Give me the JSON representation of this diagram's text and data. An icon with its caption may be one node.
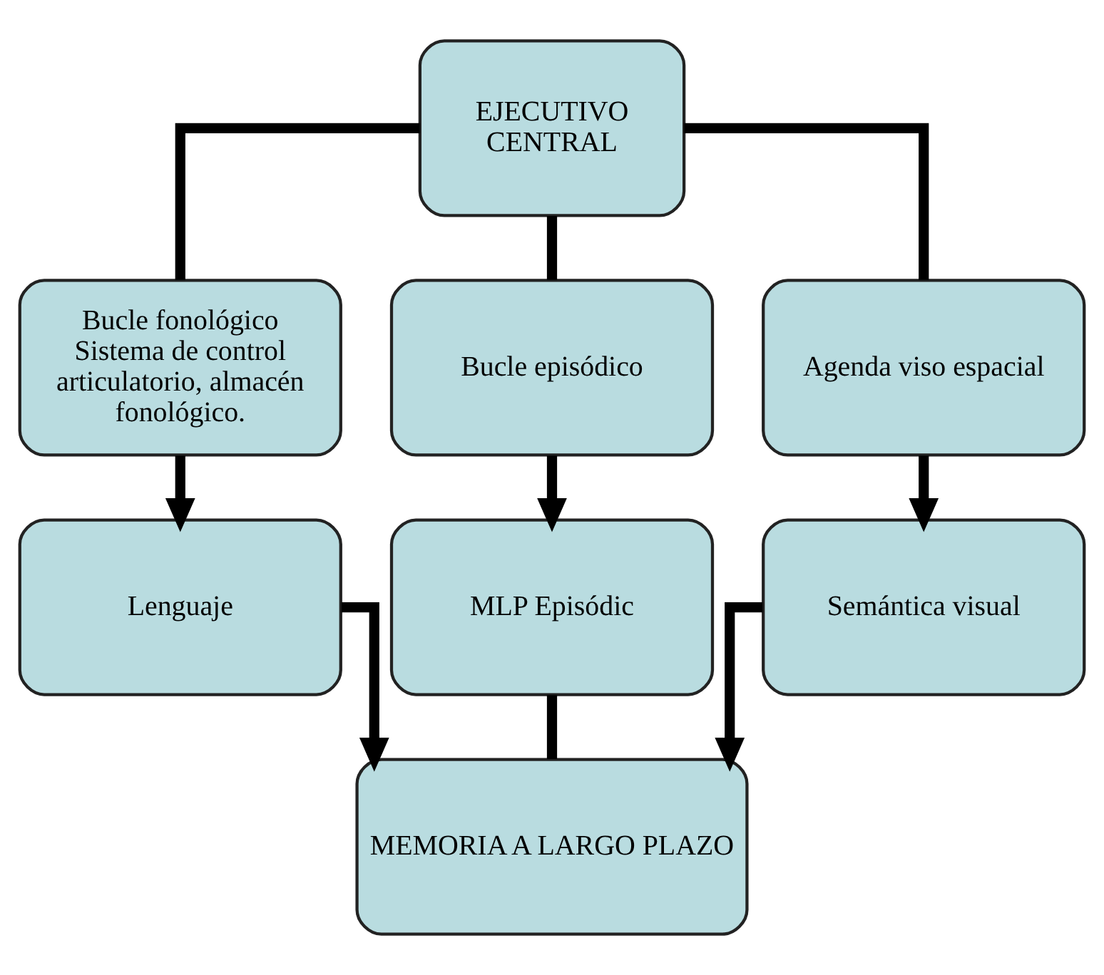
{
  "diagram": {
    "nodes": [
      {
        "text": [
          "EJECUTIVO CENTRAL"
        ]
      },
      {
        "text": [
          "Bucle fonológico",
          "Sistema de control articulatorio, almacén fonológico."
        ]
      },
      {
        "text": [
          "Bucle episódico"
        ]
      },
      {
        "text": [
          "Agenda viso espacial"
        ]
      },
      {
        "text": [
          "Lenguaje"
        ]
      },
      {
        "text": [
          "MLP Episódic"
        ]
      },
      {
        "text": [
          "Semántica visual"
        ]
      },
      {
        "text": [
          "MEMORIA A LARGO PLAZO"
        ]
      }
    ],
    "edges": [
      {
        "from": 0,
        "to": 1,
        "arrow": "none"
      },
      {
        "from": 0,
        "to": 2,
        "arrow": "none"
      },
      {
        "from": 0,
        "to": 3,
        "arrow": "none"
      },
      {
        "from": 1,
        "to": 4,
        "arrow": "to"
      },
      {
        "from": 2,
        "to": 5,
        "arrow": "to"
      },
      {
        "from": 3,
        "to": 6,
        "arrow": "to"
      },
      {
        "from": 4,
        "to": 7,
        "arrow": "to"
      },
      {
        "from": 5,
        "to": 7,
        "arrow": "none"
      },
      {
        "from": 6,
        "to": 7,
        "arrow": "to"
      }
    ]
  }
}
